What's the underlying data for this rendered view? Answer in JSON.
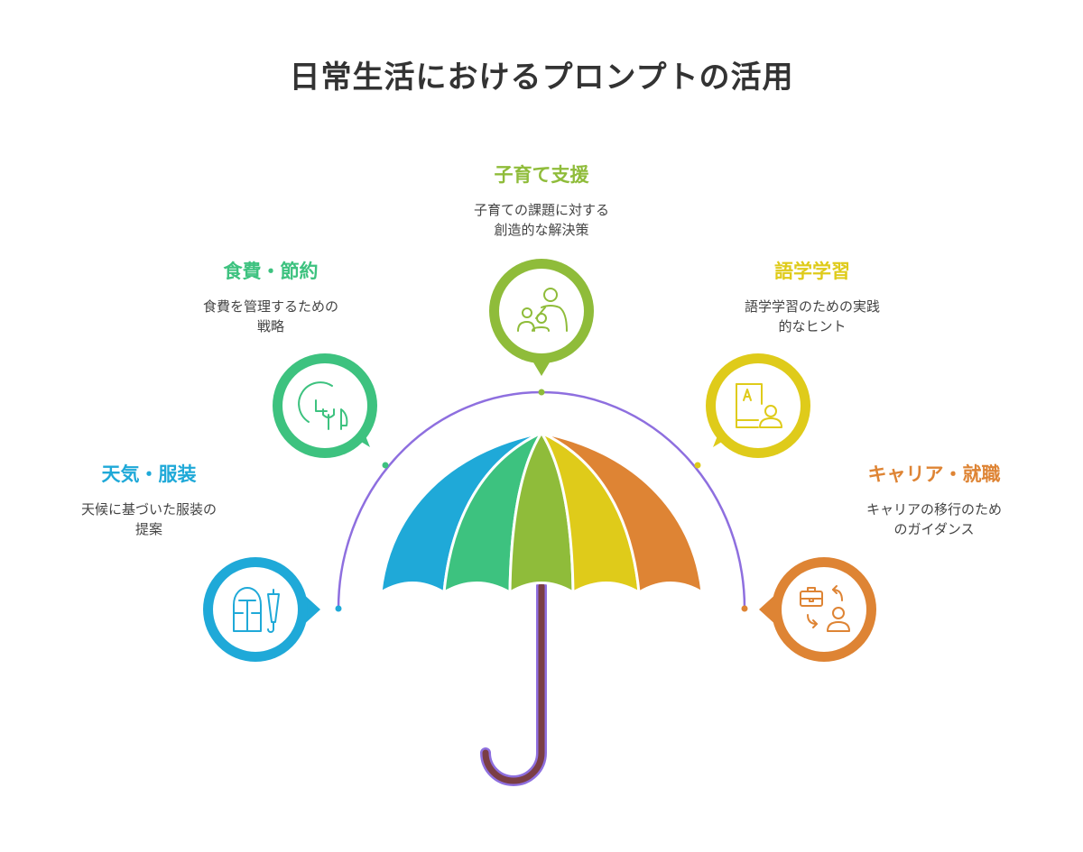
{
  "title": "日常生活におけるプロンプトの活用",
  "colors": {
    "blue": "#1fa9d8",
    "green": "#3dc27f",
    "lime": "#8fbc3a",
    "yellow": "#dfcb1a",
    "orange": "#de8434",
    "arc": "#8e6fdf",
    "handle": "#7a3e45"
  },
  "items": [
    {
      "title": "天気・服装",
      "desc": [
        "天候に基づいた服装の",
        "提案"
      ],
      "color": "#1fa9d8",
      "icon": "raincoat-umbrella-icon"
    },
    {
      "title": "食費・節約",
      "desc": [
        "食費を管理するための",
        "戦略"
      ],
      "color": "#3dc27f",
      "icon": "plate-utensils-icon"
    },
    {
      "title": "子育て支援",
      "desc": [
        "子育ての課題に対する",
        "創造的な解決策"
      ],
      "color": "#8fbc3a",
      "icon": "parent-child-icon"
    },
    {
      "title": "語学学習",
      "desc": [
        "語学学習のための実践",
        "的なヒント"
      ],
      "color": "#dfcb1a",
      "icon": "language-book-icon"
    },
    {
      "title": "キャリア・就職",
      "desc": [
        "キャリアの移行のため",
        "のガイダンス"
      ],
      "color": "#de8434",
      "icon": "career-transition-icon"
    }
  ]
}
